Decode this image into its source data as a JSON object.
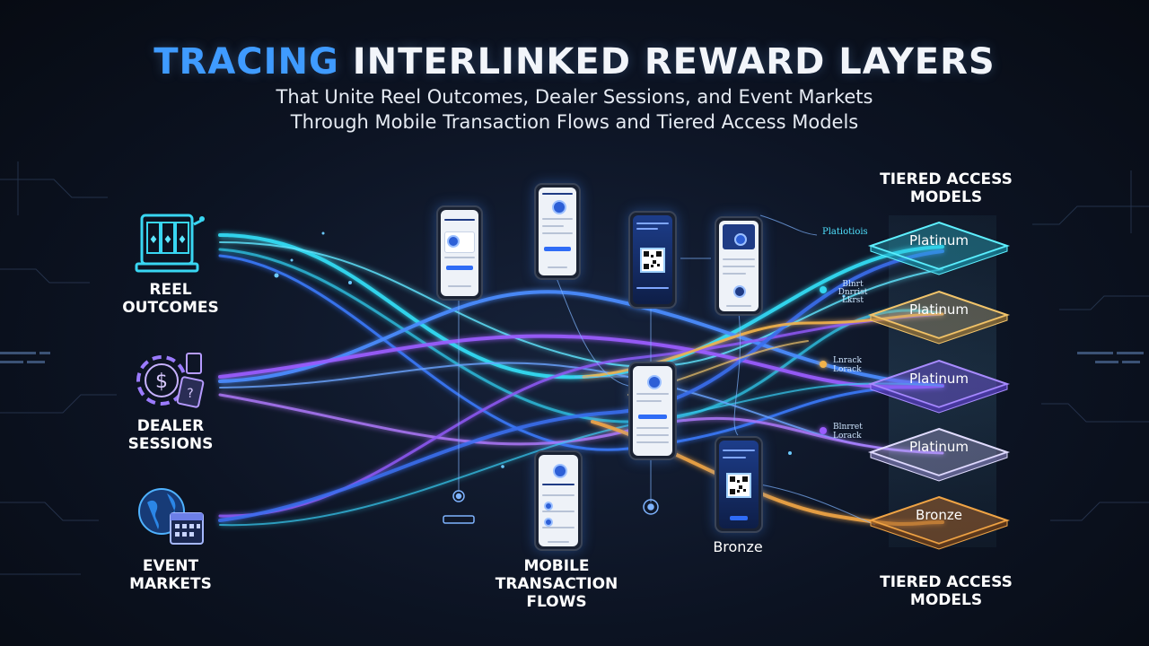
{
  "title": {
    "highlight": "TRACING",
    "rest": "INTERLINKED REWARD LAYERS",
    "subtitle_line1": "That Unite Reel Outcomes, Dealer Sessions, and Event Markets",
    "subtitle_line2": "Through Mobile Transaction Flows and Tiered Access Models"
  },
  "sources": [
    {
      "label_line1": "REEL",
      "label_line2": "OUTCOMES",
      "icon": "slot-machine-icon"
    },
    {
      "label_line1": "DEALER",
      "label_line2": "SESSIONS",
      "icon": "casino-chip-icon"
    },
    {
      "label_line1": "EVENT",
      "label_line2": "MARKETS",
      "icon": "globe-calendar-icon"
    }
  ],
  "center_label": {
    "line1": "MOBILE",
    "line2": "TRANSACTION",
    "line3": "FLOWS"
  },
  "tiers_header": {
    "line1": "TIERED ACCESS",
    "line2": "MODELS"
  },
  "tiers_footer": {
    "line1": "TIERED ACCESS",
    "line2": "MODELS"
  },
  "tiers": [
    {
      "label": "Platinum",
      "color": "#39d6e8"
    },
    {
      "label": "Platinum",
      "color": "#e6b35a"
    },
    {
      "label": "Platinum",
      "color": "#8a6cf0"
    },
    {
      "label": "Platinum",
      "color": "#b9b4e8"
    },
    {
      "label": "Bronze",
      "color": "#e39a4a"
    }
  ],
  "side_labels": {
    "platinum_tag": "Platiotiois",
    "tag2_line1": "Blnrt",
    "tag2_line2": "Dnrrist",
    "tag2_line3": "Lkrst",
    "tag3_line1": "Lnrack",
    "tag3_line2": "Lorack",
    "tag4_line1": "Blnrret",
    "tag4_line2": "Lorack"
  },
  "bronze_caption": "Bronze",
  "colors": {
    "cyan": "#33d8f0",
    "blue": "#3b7bff",
    "purple": "#9b5cff",
    "gold": "#f2b34a",
    "title_accent": "#3f9bff"
  }
}
